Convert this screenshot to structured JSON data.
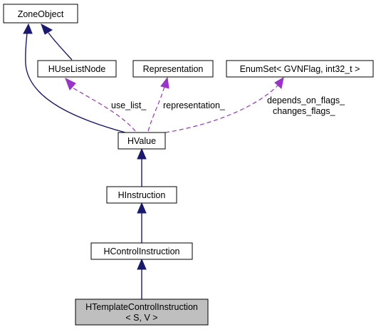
{
  "nodes": {
    "zone_object": "ZoneObject",
    "huse_list_node": "HUseListNode",
    "representation": "Representation",
    "enum_set": "EnumSet< GVNFlag, int32_t >",
    "hvalue": "HValue",
    "hinstruction": "HInstruction",
    "hcontrol_instruction": "HControlInstruction",
    "htemplate_line1": "HTemplateControlInstruction",
    "htemplate_line2": "< S, V >"
  },
  "edges": {
    "use_list_label": "use_list_",
    "representation_label": "representation_",
    "depends_label": "depends_on_flags_",
    "changes_label": "changes_flags_"
  },
  "colors": {
    "inheritance_edge": "#191970",
    "member_edge": "#9a32cd",
    "focus_node_fill": "#bfbfbf"
  }
}
